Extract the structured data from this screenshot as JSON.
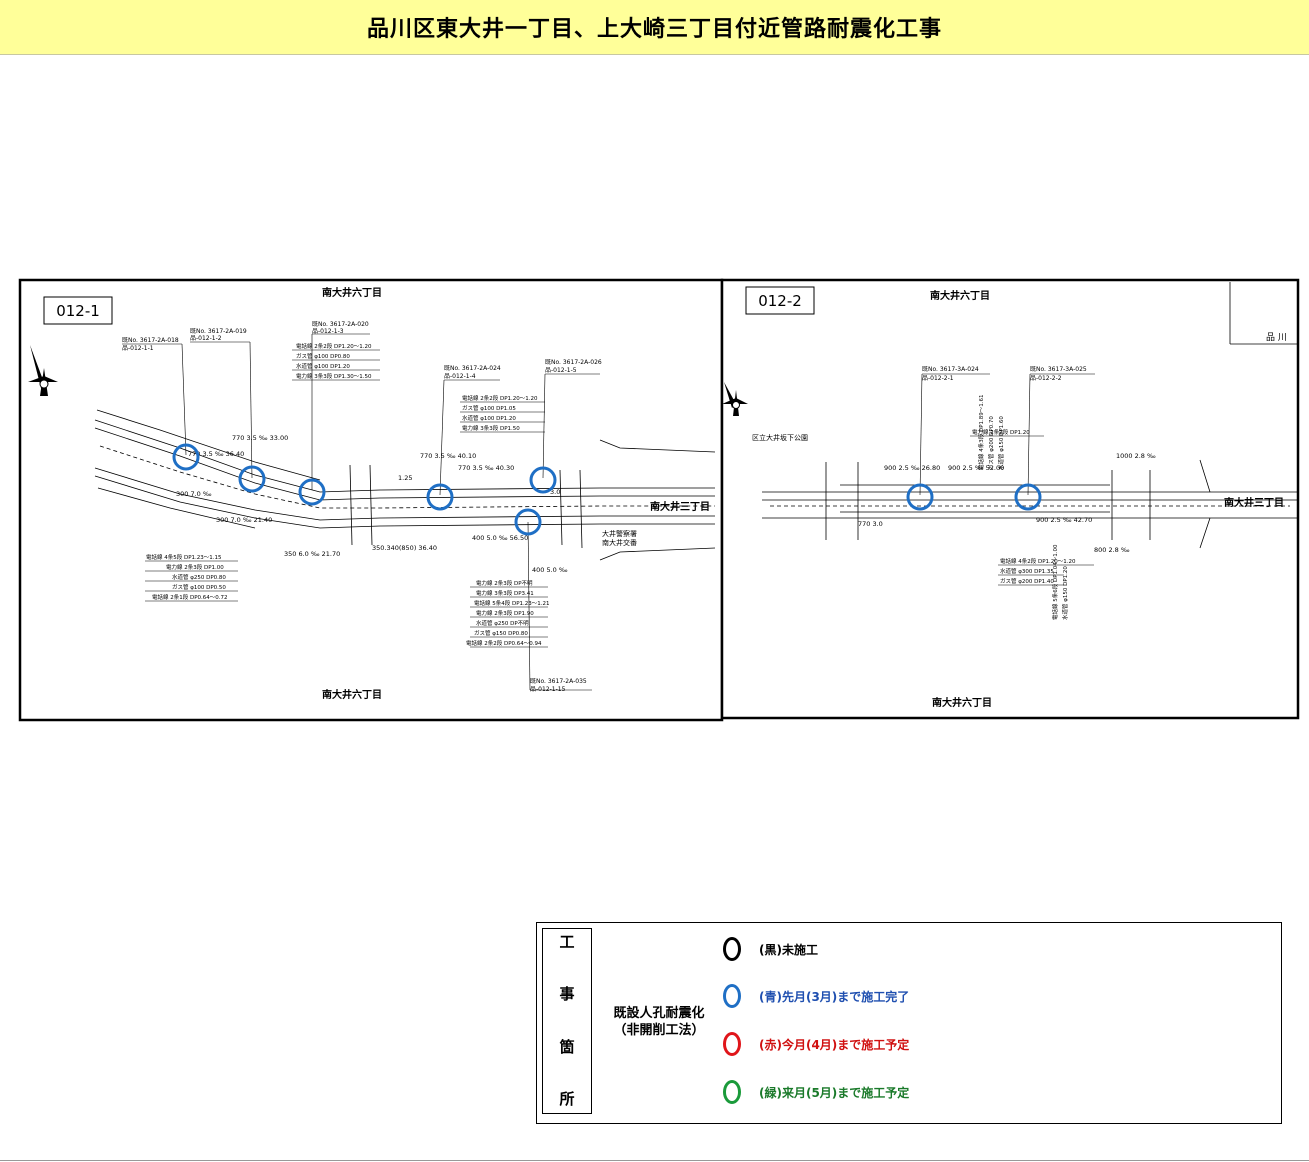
{
  "title": "品川区東大井一丁目、上大崎三丁目付近管路耐震化工事",
  "sheet1": {
    "id": "012-1",
    "label_top": "南大井六丁目",
    "label_bottom": "南大井六丁目",
    "label_right": "南大井三丁目",
    "police": "大井警察署",
    "police_sub": "南大井交番",
    "manholes": [
      {
        "ref": "既No. 3617-2A-018",
        "name": "品-012-1-1"
      },
      {
        "ref": "既No. 3617-2A-019",
        "name": "品-012-1-2"
      },
      {
        "ref": "既No. 3617-2A-020",
        "name": "品-012-1-3"
      },
      {
        "ref": "既No. 3617-2A-024",
        "name": "品-012-1-4"
      },
      {
        "ref": "既No. 3617-2A-026",
        "name": "品-012-1-5"
      },
      {
        "ref": "既No. 3617-2A-035",
        "name": "品-012-1-15"
      }
    ],
    "notes": [
      "電話線 2条2段 DP1.20～1.20",
      "ガス管 φ100 DP0.80",
      "水道管 φ100 DP1.20",
      "電力線 3条3段 DP1.30～1.50",
      "電話線 2条2段 DP1.20～1.20",
      "ガス管 φ100 DP1.05",
      "水道管 φ100 DP1.20",
      "電力線 3条3段 DP1.50",
      "電話線 4条5段 DP1.23～1.15",
      "電力線 2条3段 DP1.00",
      "水道管 φ250 DP0.80",
      "ガス管 φ100 DP0.50",
      "電話線 2条1段 DP0.64～0.72",
      "電力線 2条3段 DP不明",
      "電力線 3条3段 DP3.41",
      "電話線 5条4段 DP1.23～1.21",
      "電力線 2条3段 DP1.90",
      "水道管 φ250 DP不明",
      "ガス管 φ150 DP0.80",
      "電話線 2条2段 DP0.64～0.94"
    ],
    "grades": [
      "770 3.5 ‰ 33.00",
      "770 3.5 ‰ 36.40",
      "770 3.5 ‰ 40.10",
      "770 3.5 ‰ 40.30",
      "300 7.0 ‰",
      "300 7.0 ‰ 21.40",
      "350 6.0 ‰ 21.70",
      "400 5.0 ‰ 56.50",
      "400 5.0 ‰",
      "350.340(850) 36.40",
      "1.25",
      "3.0"
    ]
  },
  "sheet2": {
    "id": "012-2",
    "label_top": "南大井六丁目",
    "label_bottom": "南大井六丁目",
    "label_right": "南大井三丁目",
    "label_park": "区立大井坂下公園",
    "label_ward": "品 川",
    "manholes": [
      {
        "ref": "既No. 3617-3A-024",
        "name": "品-012-2-1"
      },
      {
        "ref": "既No. 3617-3A-025",
        "name": "品-012-2-2"
      }
    ],
    "notes": [
      "電力線 2条2段 DP1.20",
      "電話線 4条2段 DP1.20～1.20",
      "水道管 φ300 DP1.35",
      "ガス管 φ200 DP1.40",
      "電話線 4条3段 DP1.89～1.61",
      "ガス管 φ200 DP0.70",
      "水道管 φ150 DP1.60",
      "電話線 5条6段 DP1.04～1.00",
      "水道管 φ150 DP1.20"
    ],
    "grades": [
      "900 2.5 ‰ 26.80",
      "900 2.5 ‰ 52.00",
      "900 2.5 ‰ 42.70",
      "1000 2.8 ‰",
      "800 2.8 ‰",
      "770 3.0"
    ]
  },
  "legend": {
    "category": [
      "工",
      "事",
      "箇",
      "所"
    ],
    "method_line1": "既設人孔耐震化",
    "method_line2": "（非開削工法）",
    "items": [
      {
        "label": "(黒)未施工",
        "color": "#000000"
      },
      {
        "label": "(青)先月(3月)まで施工完了",
        "color": "#1f6fc5"
      },
      {
        "label": "(赤)今月(4月)まで施工予定",
        "color": "#e0151a"
      },
      {
        "label": "(緑)来月(5月)まで施工予定",
        "color": "#1a9a3a"
      }
    ]
  },
  "colors": {
    "title_bg": "#ffff99",
    "marker_blue": "#1f6fc5",
    "frame": "#000000"
  }
}
